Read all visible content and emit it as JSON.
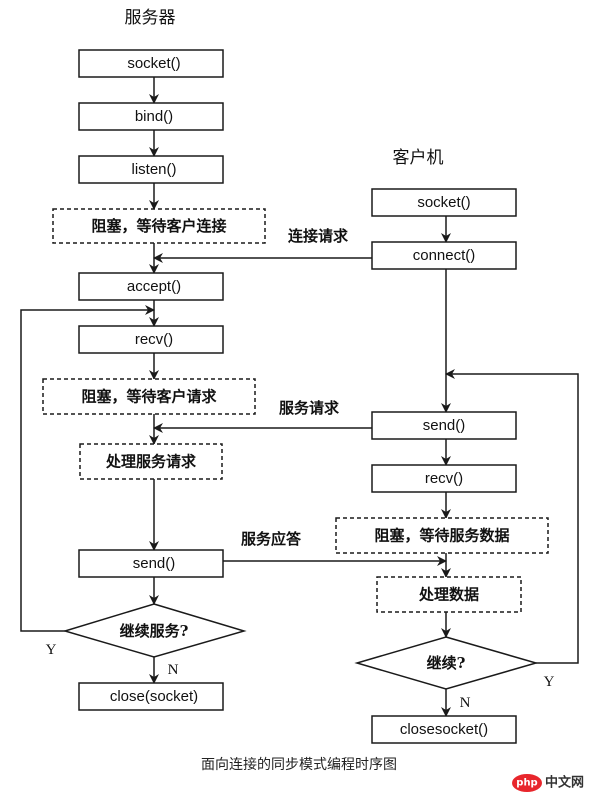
{
  "diagram": {
    "server_title": "服务器",
    "client_title": "客户机",
    "caption": "面向连接的同步模式编程时序图",
    "server_steps": [
      "socket()",
      "bind()",
      "listen()",
      "阻塞，等待客户连接",
      "accept()",
      "recv()",
      "阻塞，等待客户请求",
      "处理服务请求",
      "send()",
      "继续服务?",
      "close(socket)"
    ],
    "client_steps": [
      "socket()",
      "connect()",
      "send()",
      "recv()",
      "阻塞，等待服务数据",
      "处理数据",
      "继续?",
      "closesocket()"
    ],
    "messages": {
      "connect_request": "连接请求",
      "service_request": "服务请求",
      "service_reply": "服务应答"
    },
    "branches": {
      "server_yes": "Y",
      "server_no": "N",
      "client_yes": "Y",
      "client_no": "N"
    },
    "watermark": {
      "logo": "php",
      "text": "中文网",
      "color": "#e8262c"
    }
  }
}
